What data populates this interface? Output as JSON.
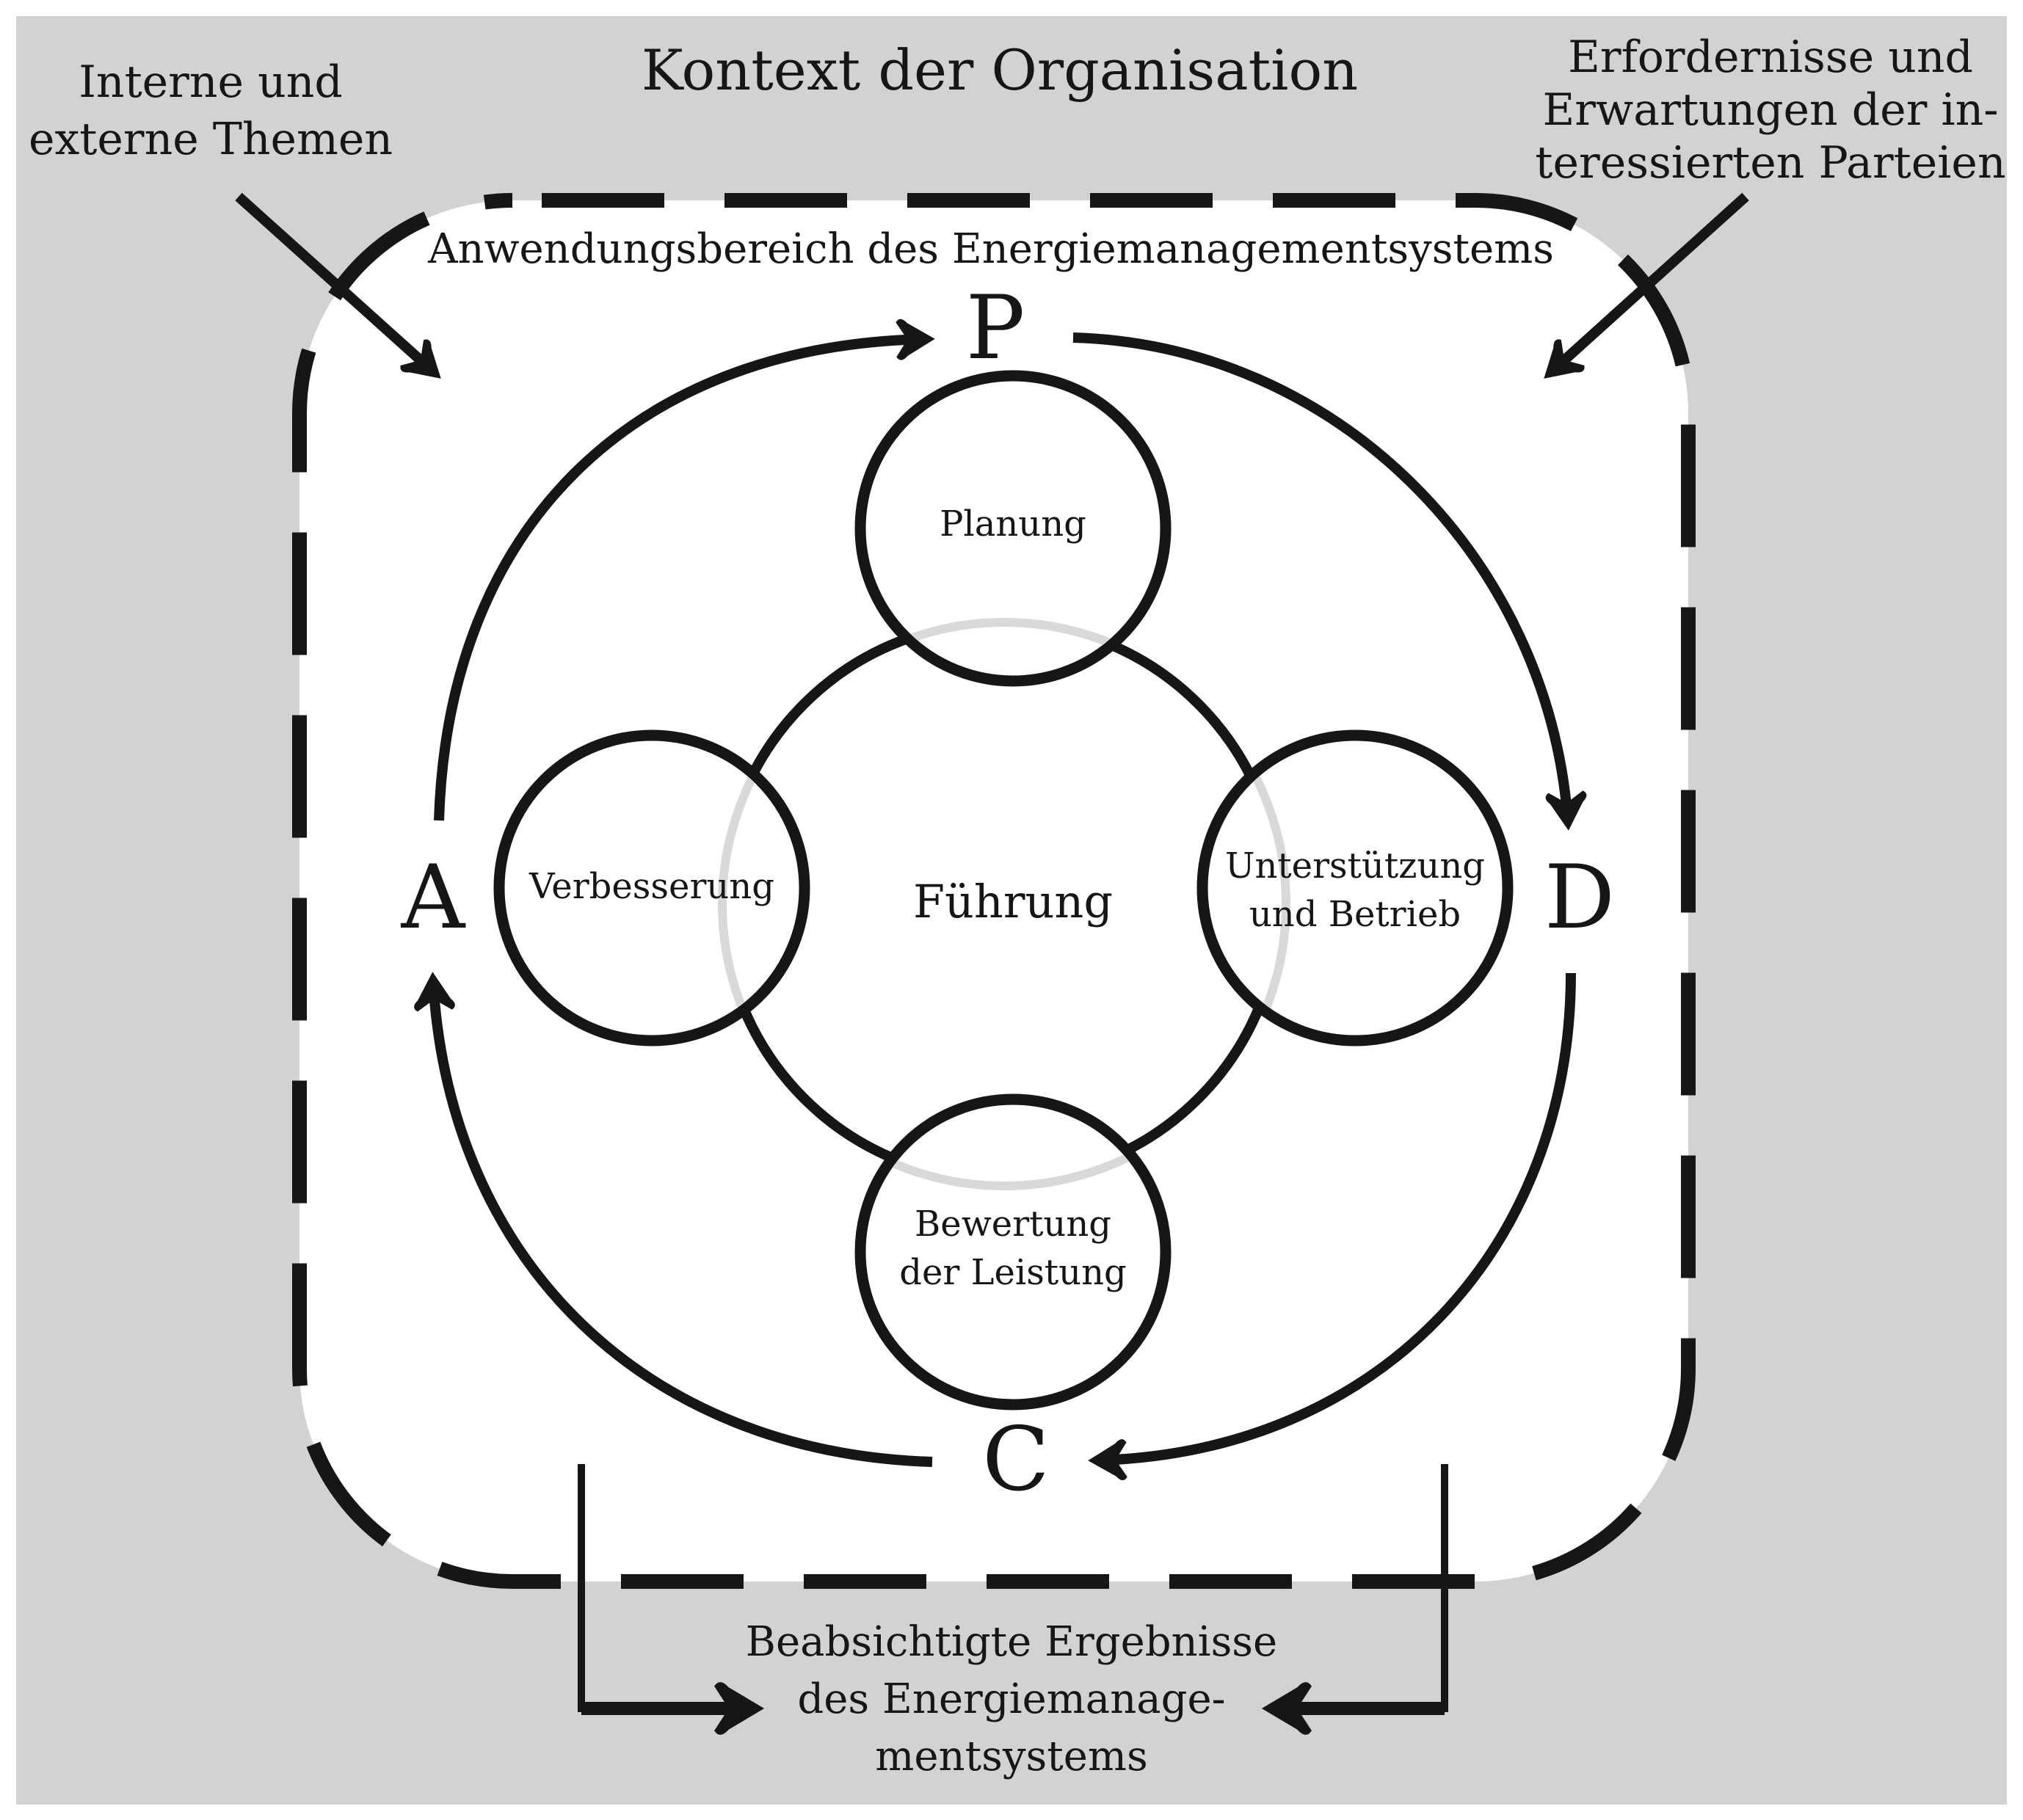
{
  "title": "Kontext der Organisation",
  "inputs": {
    "left_lines": [
      "Interne und",
      "externe Themen"
    ],
    "right_lines": [
      "Erfordernisse und",
      "Erwartungen der in-",
      "teressierten Parteien"
    ]
  },
  "scope_label": "Anwendungsbereich des Energiemanagementsystems",
  "pdca": {
    "plan": "P",
    "do": "D",
    "check": "C",
    "act": "A"
  },
  "center_label": "Führung",
  "phases": {
    "planung": [
      "Planung"
    ],
    "verbesserung": [
      "Verbesserung"
    ],
    "unterstuetzung": [
      "Unterstützung",
      "und Betrieb"
    ],
    "bewertung": [
      "Bewertung",
      "der Leistung"
    ]
  },
  "outputs": {
    "lines": [
      "Beabsichtigte Ergebnisse",
      "des Energiemanage-",
      "mentsystems"
    ]
  },
  "colors": {
    "frame_bg": "#d2d2d2",
    "scope_bg": "#ffffff",
    "ink": "#161616",
    "ghost_ring": "#d9d9d9"
  }
}
